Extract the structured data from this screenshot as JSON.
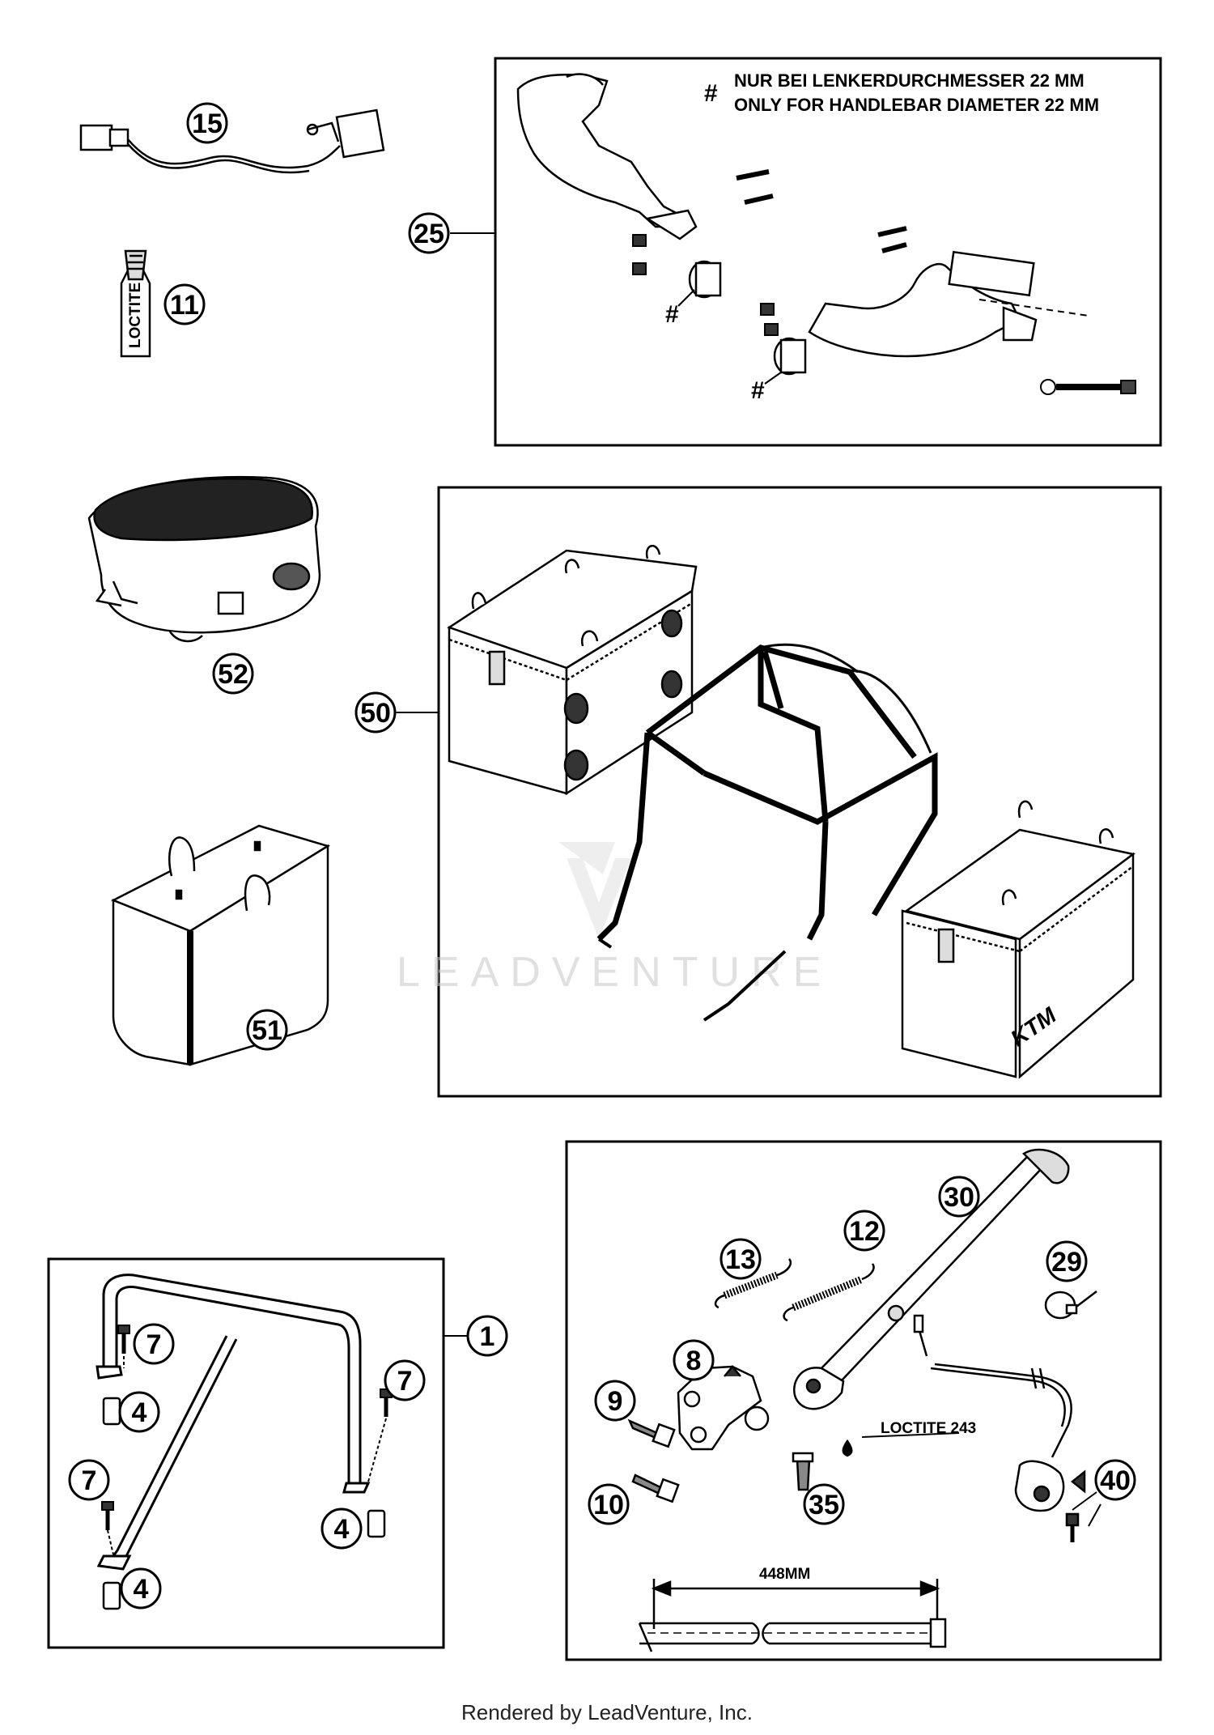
{
  "note": {
    "hash": "#",
    "line1": "NUR BEI LENKERDURCHMESSER 22 MM",
    "line2": "ONLY FOR HANDLEBAR DIAMETER 22 MM"
  },
  "callouts": {
    "c15": "15",
    "c11": "11",
    "c25": "25",
    "c52": "52",
    "c50": "50",
    "c51": "51",
    "c1": "1",
    "c7a": "7",
    "c7b": "7",
    "c7c": "7",
    "c4a": "4",
    "c4b": "4",
    "c4c": "4",
    "c30": "30",
    "c13": "13",
    "c12": "12",
    "c29": "29",
    "c8": "8",
    "c9": "9",
    "c10": "10",
    "c35": "35",
    "c40": "40"
  },
  "labels": {
    "loctite_bottle": "LOCTITE",
    "loctite_243": "LOCTITE 243",
    "dimension": "448MM",
    "ktm_logo": "KTM",
    "hash_marker": "#"
  },
  "watermark": "LEADVENTURE",
  "footer": "Rendered by LeadVenture, Inc."
}
